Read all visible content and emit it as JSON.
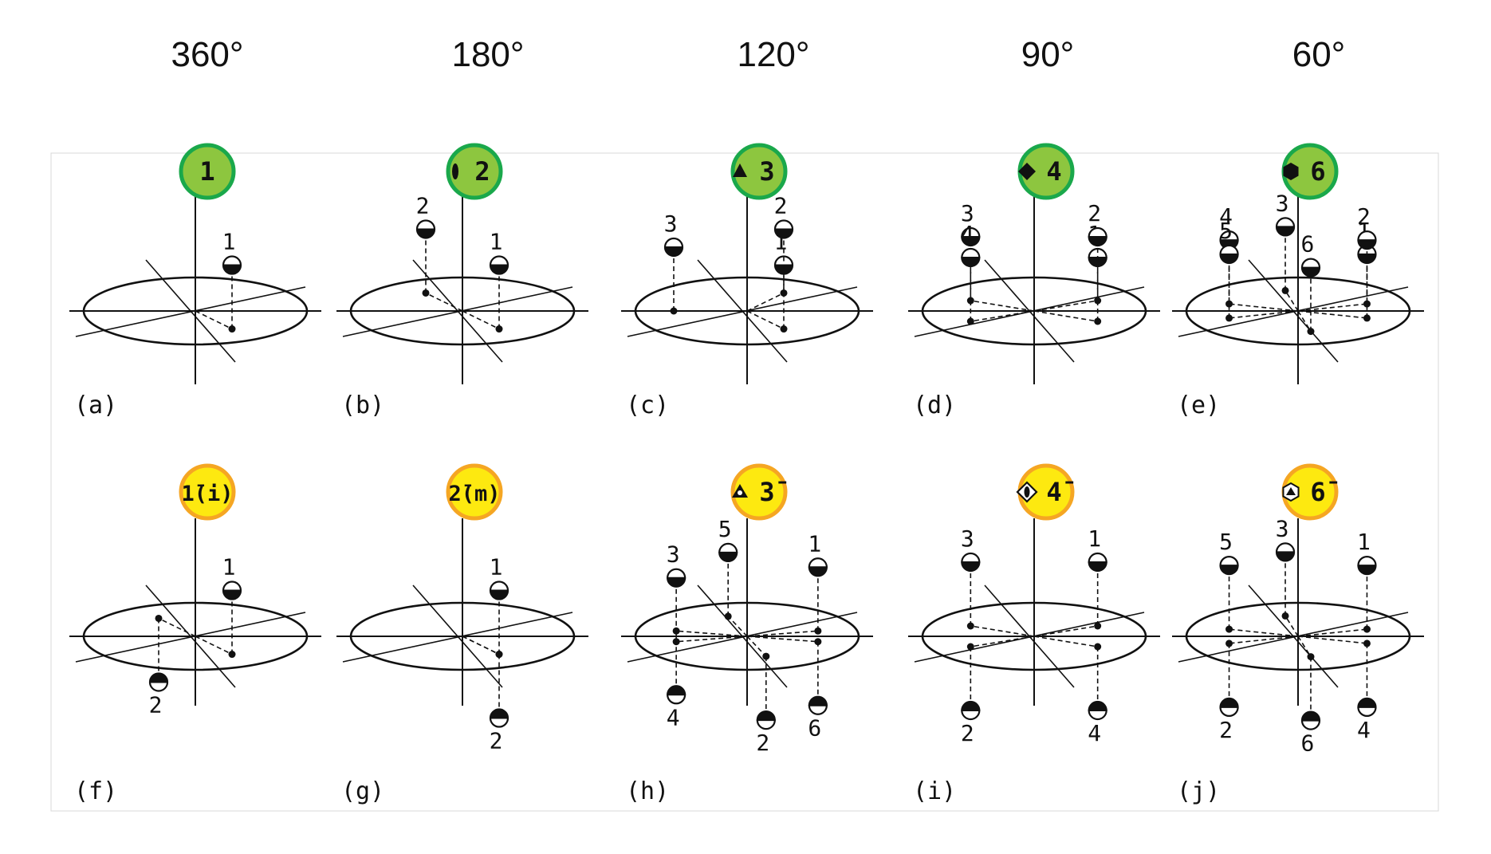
{
  "angles": [
    "360°",
    "180°",
    "120°",
    "90°",
    "60°"
  ],
  "colors": {
    "proper_fill": "#8dc63f",
    "proper_ring": "#1aa84b",
    "improper_fill": "#fde910",
    "improper_ring": "#f5a623",
    "ink": "#111111"
  },
  "panels": [
    {
      "id": "a",
      "caption": "(a)",
      "kind": "proper",
      "symbol": "1",
      "symbol_icon": "none",
      "points": [
        {
          "label": "1",
          "theta": -60,
          "up": true
        }
      ]
    },
    {
      "id": "b",
      "caption": "(b)",
      "kind": "proper",
      "symbol": "2",
      "symbol_icon": "two-fold-lens-icon",
      "points": [
        {
          "label": "1",
          "theta": -60,
          "up": true
        },
        {
          "label": "2",
          "theta": 120,
          "up": true
        }
      ]
    },
    {
      "id": "c",
      "caption": "(c)",
      "kind": "proper",
      "symbol": "3",
      "symbol_icon": "triangle-icon",
      "points": [
        {
          "label": "1",
          "theta": -60,
          "up": true
        },
        {
          "label": "2",
          "theta": 60,
          "up": true
        },
        {
          "label": "3",
          "theta": 180,
          "up": true
        }
      ]
    },
    {
      "id": "d",
      "caption": "(d)",
      "kind": "proper",
      "symbol": "4",
      "symbol_icon": "square-icon",
      "points": [
        {
          "label": "1",
          "theta": -30,
          "up": true
        },
        {
          "label": "2",
          "theta": 30,
          "up": true
        },
        {
          "label": "3",
          "theta": 150,
          "up": true
        },
        {
          "label": "4",
          "theta": 210,
          "up": true
        }
      ]
    },
    {
      "id": "e",
      "caption": "(e)",
      "kind": "proper",
      "symbol": "6",
      "symbol_icon": "hexagon-icon",
      "points": [
        {
          "label": "1",
          "theta": -20,
          "up": true
        },
        {
          "label": "2",
          "theta": 20,
          "up": true
        },
        {
          "label": "3",
          "theta": 100,
          "up": true
        },
        {
          "label": "4",
          "theta": 160,
          "up": true
        },
        {
          "label": "5",
          "theta": 200,
          "up": true
        },
        {
          "label": "6",
          "theta": -80,
          "up": true
        }
      ]
    },
    {
      "id": "f",
      "caption": "(f)",
      "kind": "improper",
      "symbol": "1̄(i)",
      "symbol_icon": "none",
      "points": [
        {
          "label": "1",
          "theta": -60,
          "up": true
        },
        {
          "label": "2",
          "theta": 120,
          "up": false
        }
      ]
    },
    {
      "id": "g",
      "caption": "(g)",
      "kind": "improper",
      "symbol": "2̄(m)",
      "symbol_icon": "none",
      "points": [
        {
          "label": "1",
          "theta": -60,
          "up": true
        },
        {
          "label": "2",
          "theta": -60,
          "up": false
        }
      ]
    },
    {
      "id": "h",
      "caption": "(h)",
      "kind": "improper",
      "symbol": "3̄",
      "symbol_icon": "triangle-circle-icon",
      "points": [
        {
          "label": "1",
          "theta": 15,
          "up": true
        },
        {
          "label": "2",
          "theta": -75,
          "up": false
        },
        {
          "label": "3",
          "theta": 195,
          "up": true
        },
        {
          "label": "4",
          "theta": 165,
          "up": false
        },
        {
          "label": "5",
          "theta": 105,
          "up": true
        },
        {
          "label": "6",
          "theta": -15,
          "up": false
        }
      ]
    },
    {
      "id": "i",
      "caption": "(i)",
      "kind": "improper",
      "symbol": "4̄",
      "symbol_icon": "square-ellipse-icon",
      "points": [
        {
          "label": "1",
          "theta": 30,
          "up": true
        },
        {
          "label": "2",
          "theta": 210,
          "up": false
        },
        {
          "label": "3",
          "theta": 150,
          "up": true
        },
        {
          "label": "4",
          "theta": -30,
          "up": false
        }
      ]
    },
    {
      "id": "j",
      "caption": "(j)",
      "kind": "improper",
      "symbol": "6̄",
      "symbol_icon": "hexagon-triangle-icon",
      "points": [
        {
          "label": "1",
          "theta": 20,
          "up": true
        },
        {
          "label": "2",
          "theta": 200,
          "up": false
        },
        {
          "label": "3",
          "theta": 100,
          "up": true
        },
        {
          "label": "4",
          "theta": -20,
          "up": false
        },
        {
          "label": "5",
          "theta": 160,
          "up": true
        },
        {
          "label": "6",
          "theta": -80,
          "up": false
        }
      ]
    }
  ]
}
